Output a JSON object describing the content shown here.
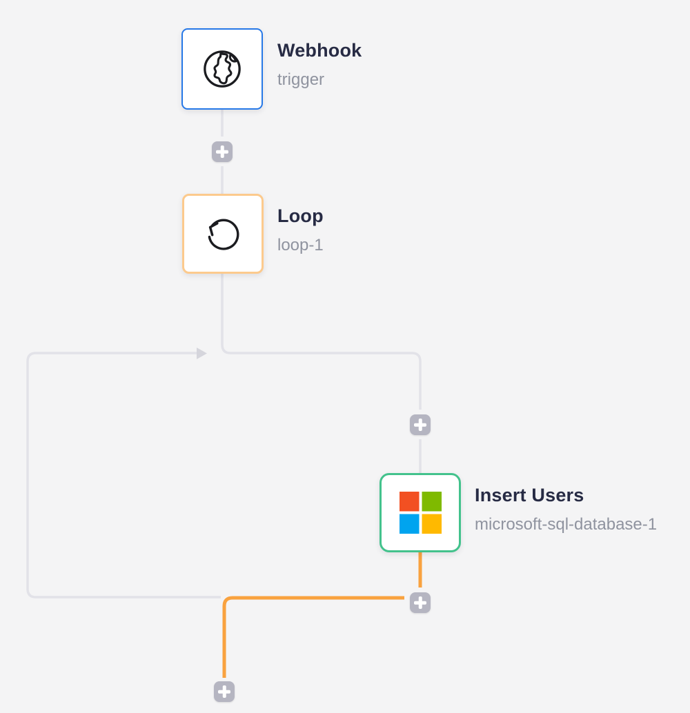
{
  "app": {
    "name": "workflow-builder-canvas"
  },
  "colors": {
    "background": "#f4f4f5",
    "node_bg": "#ffffff",
    "connector": "#e2e2e8",
    "connector_arrow": "#d5d5dc",
    "connector_active": "#f9a23f",
    "plus_bg": "#b5b5c1",
    "plus_glyph": "#ffffff",
    "border_trigger": "#2678e7",
    "border_loop": "#fcca8d",
    "border_action": "#43c28c",
    "title_text": "#272b44",
    "subtitle_text": "#8f939f",
    "icon_stroke": "#1b1c20",
    "ms_red": "#f25022",
    "ms_green": "#7fba00",
    "ms_blue": "#00a4ef",
    "ms_yellow": "#ffb900"
  },
  "nodes": [
    {
      "title": "Webhook",
      "subtitle": "trigger",
      "icon": "globe-icon",
      "kind": "trigger"
    },
    {
      "title": "Loop",
      "subtitle": "loop-1",
      "icon": "loop-arrow-icon",
      "kind": "loop"
    },
    {
      "title": "Insert Users",
      "subtitle": "microsoft-sql-database-1",
      "icon": "microsoft-logo-icon",
      "kind": "action"
    }
  ],
  "add_step_buttons": [
    {
      "icon": "plus-icon",
      "position": "after-webhook"
    },
    {
      "icon": "plus-icon",
      "position": "before-insert-users"
    },
    {
      "icon": "plus-icon",
      "position": "after-insert-users"
    },
    {
      "icon": "plus-icon",
      "position": "loop-exit"
    }
  ]
}
